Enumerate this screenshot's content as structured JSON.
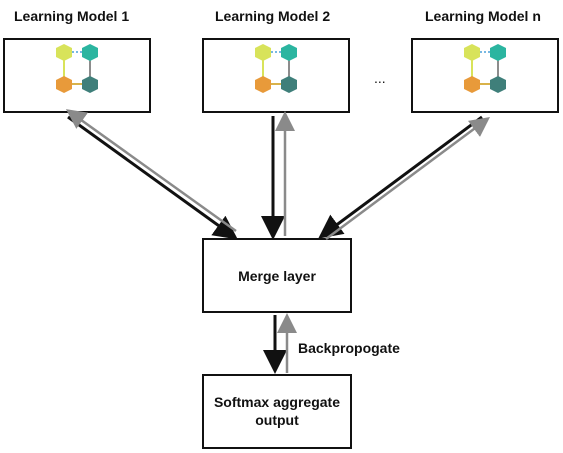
{
  "models": [
    {
      "title": "Learning Model 1"
    },
    {
      "title": "Learning Model 2"
    },
    {
      "title": "Learning Model n"
    }
  ],
  "ellipsis": "...",
  "merge": {
    "label": "Merge layer"
  },
  "output": {
    "line1": "Softmax aggregate",
    "line2": "output"
  },
  "backprop": {
    "label": "Backpropogate"
  },
  "colors": {
    "forward_arrow": "#111111",
    "backward_arrow": "#8a8a8a",
    "node_yellow": "#d8e35a",
    "node_teal": "#2bb5a0",
    "node_orange": "#e89a3a",
    "node_darkteal": "#3f7f7a",
    "edge_blue": "#4aa0d8",
    "edge_gold": "#d9b24a",
    "edge_gray": "#666666"
  }
}
